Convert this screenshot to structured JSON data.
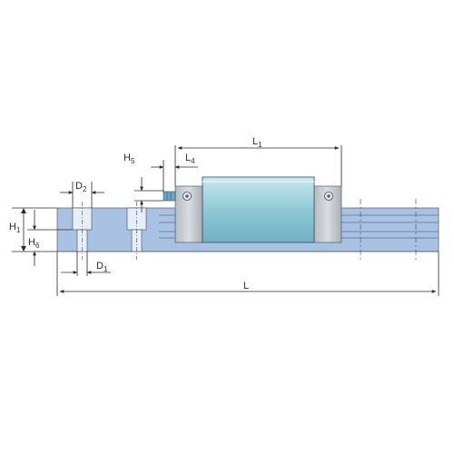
{
  "colors": {
    "background": "#ffffff",
    "rail_face": "#a9c1e3",
    "rail_top": "#c4d6ee",
    "carriage_body": "#8fc8d6",
    "carriage_highlight": "#c9e9f0",
    "end_cap": "#c9cdd2",
    "end_cap_dark": "#9aa0a6",
    "outline": "#3d4a5c",
    "dimension_line": "#2b2b2b"
  },
  "labels": {
    "D2": {
      "main": "D",
      "sub": "2"
    },
    "D1": {
      "main": "D",
      "sub": "1"
    },
    "H1": {
      "main": "H",
      "sub": "1"
    },
    "H6": {
      "main": "H",
      "sub": "6"
    },
    "H5": {
      "main": "H",
      "sub": "5"
    },
    "L4": {
      "main": "L",
      "sub": "4"
    },
    "L1": {
      "main": "L",
      "sub": "1"
    },
    "L": {
      "main": "L",
      "sub": ""
    }
  },
  "icons": {
    "lubrication_nipple": "grease-nipple-icon",
    "end_seal_screw": "screw-head-icon"
  }
}
